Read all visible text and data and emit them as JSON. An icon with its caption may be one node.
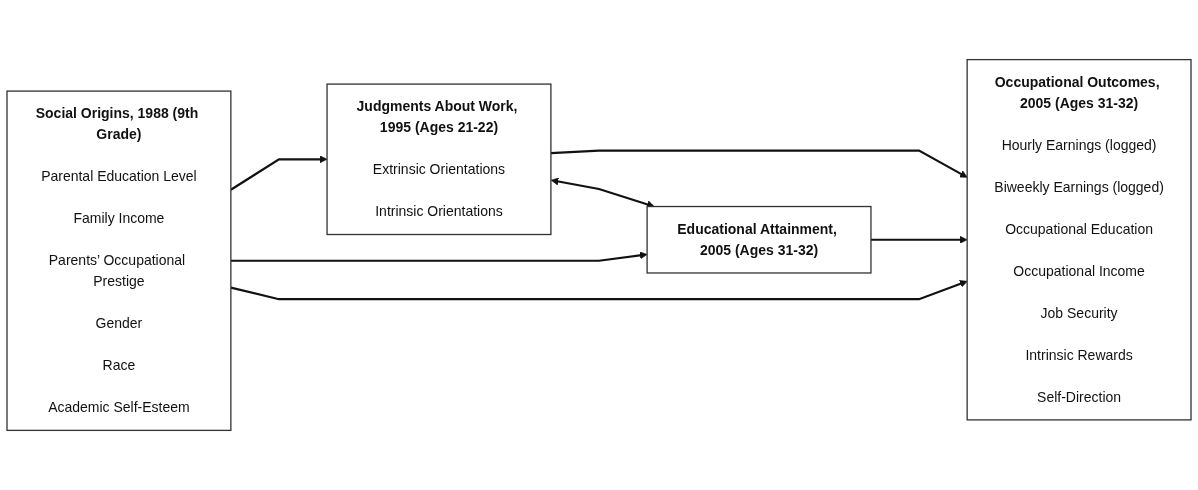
{
  "diagram": {
    "nodes": [
      {
        "text": [
          "Social Origins, 1988 (9th Grade)",
          "Parental Education Level",
          "Family Income",
          "Parents’ Occupational Prestige",
          "Gender",
          "Race",
          "Academic Self-Esteem"
        ]
      },
      {
        "text": [
          "Judgments About Work, 1995 (Ages 21-22)",
          "Extrinsic Orientations",
          "Intrinsic Orientations"
        ]
      },
      {
        "text": [
          "Educational Attainment, 2005 (Ages 31-32)"
        ]
      },
      {
        "text": [
          "Occupational Outcomes, 2005 (Ages 31-32)",
          "Hourly Earnings (logged)",
          "Biweekly Earnings (logged)",
          "Occupational Education",
          "Occupational Income",
          "Job Security",
          "Intrinsic Rewards",
          "Self-Direction"
        ]
      }
    ],
    "edges": [
      {
        "from": 0,
        "to": 1,
        "arrow": "to"
      },
      {
        "from": 0,
        "to": 2,
        "arrow": "to"
      },
      {
        "from": 0,
        "to": 3,
        "arrow": "to"
      },
      {
        "from": 1,
        "to": 3,
        "arrow": "to"
      },
      {
        "from": 2,
        "to": 3,
        "arrow": "to"
      },
      {
        "from": 1,
        "to": 2,
        "arrow": "both"
      }
    ]
  }
}
